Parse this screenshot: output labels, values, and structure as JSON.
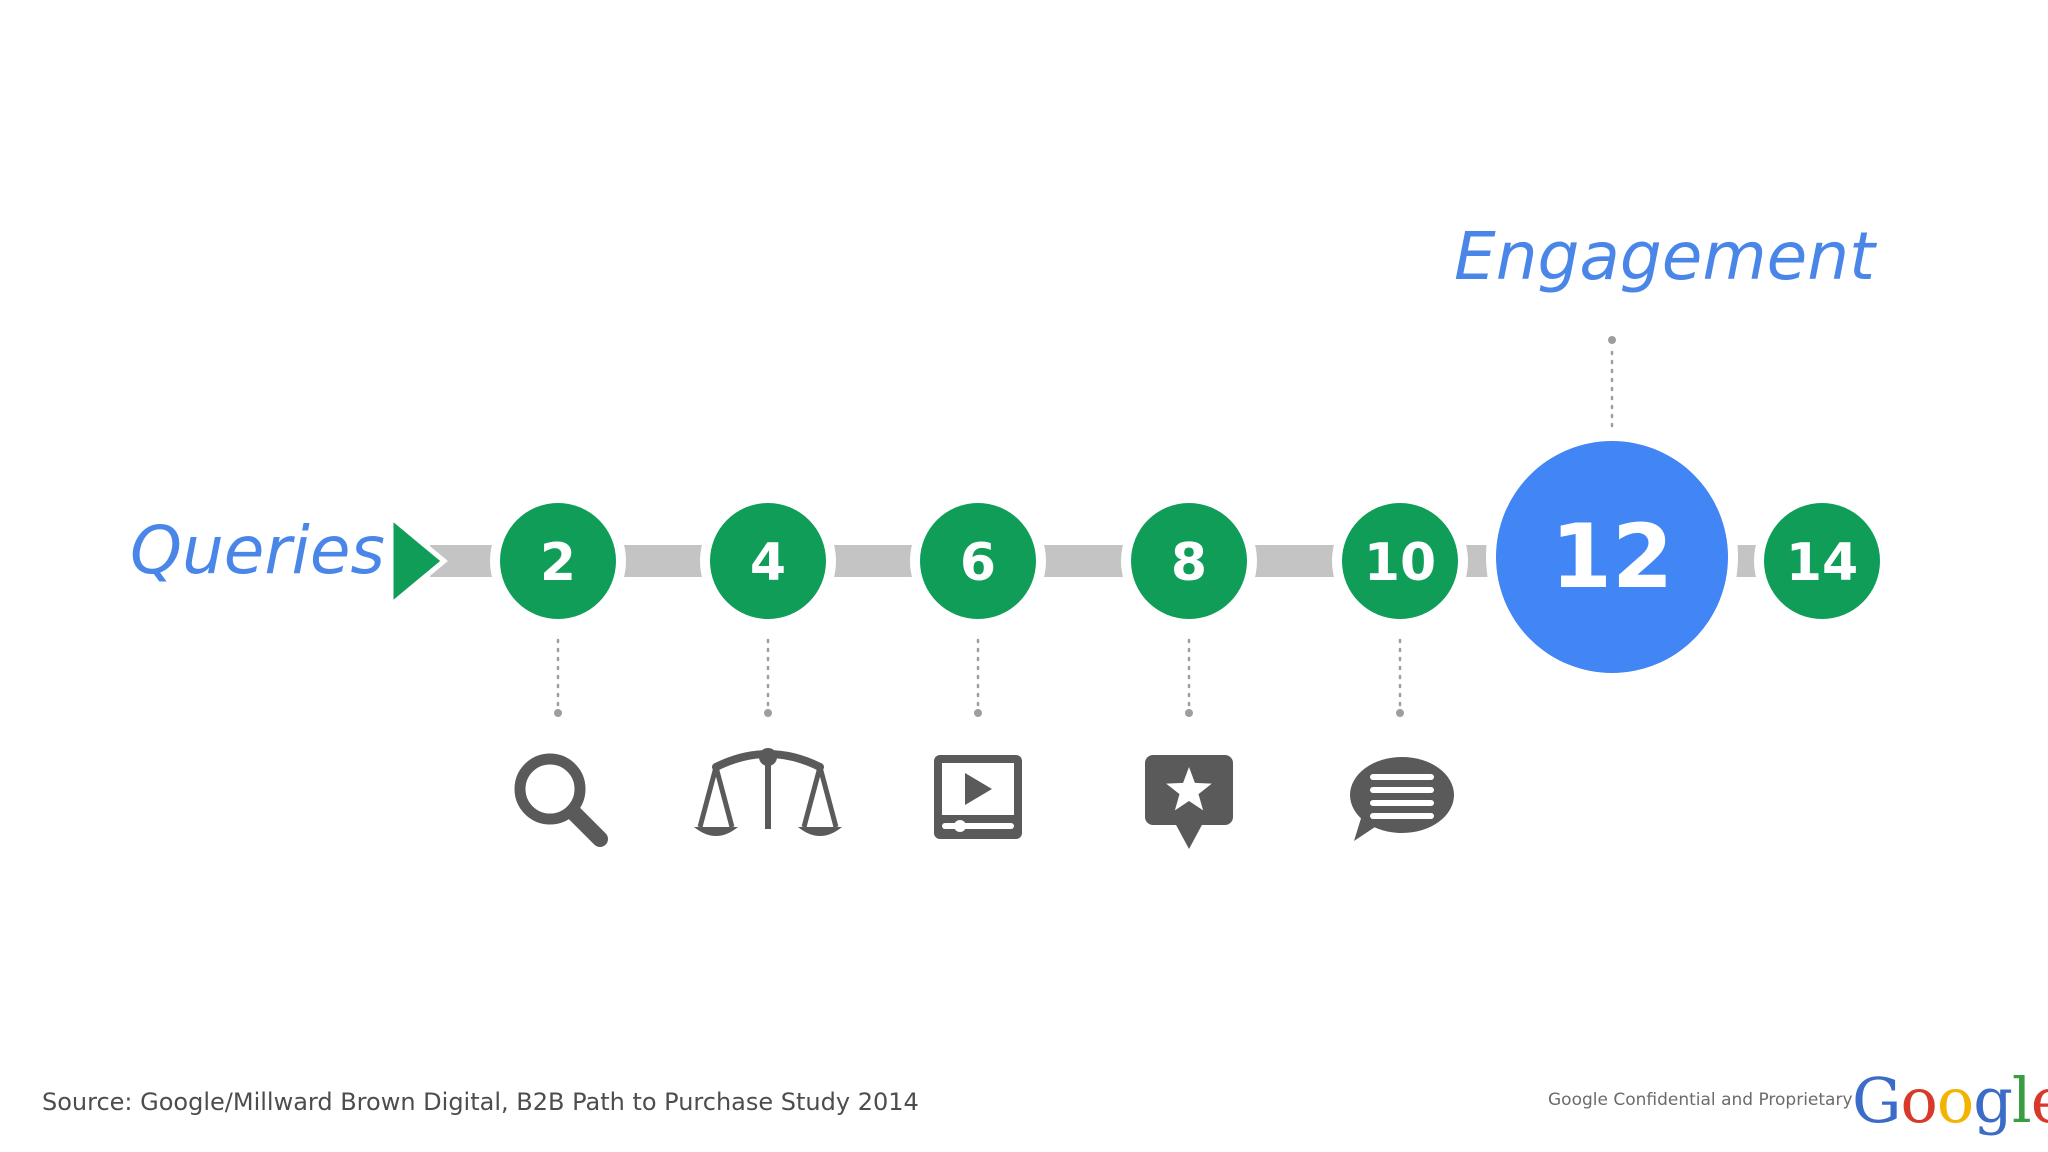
{
  "slide": {
    "start_label": "Queries",
    "end_label": "Engagement",
    "source": "Source: Google/Millward Brown Digital, B2B Path to Purchase Study 2014",
    "confidential": "Google Confidential and Proprietary",
    "logo": {
      "letters": [
        "G",
        "o",
        "o",
        "g",
        "l",
        "e"
      ],
      "colors": [
        "#3b6cc7",
        "#d8392b",
        "#f2b400",
        "#3b6cc7",
        "#3a9d43",
        "#d8392b"
      ],
      "tm": "™"
    }
  },
  "colors": {
    "green": "#0f9d58",
    "blue": "#4285f4",
    "track": "#c4c4c4",
    "icon": "#5a5a5a",
    "label": "#4a86e8"
  },
  "timeline": {
    "steps": [
      {
        "value": "2",
        "icon": "search-icon",
        "highlight": false
      },
      {
        "value": "4",
        "icon": "scales-icon",
        "highlight": false
      },
      {
        "value": "6",
        "icon": "video-icon",
        "highlight": false
      },
      {
        "value": "8",
        "icon": "review-star-icon",
        "highlight": false
      },
      {
        "value": "10",
        "icon": "chat-icon",
        "highlight": false
      },
      {
        "value": "12",
        "icon": "",
        "highlight": true
      },
      {
        "value": "14",
        "icon": "",
        "highlight": false
      }
    ]
  }
}
